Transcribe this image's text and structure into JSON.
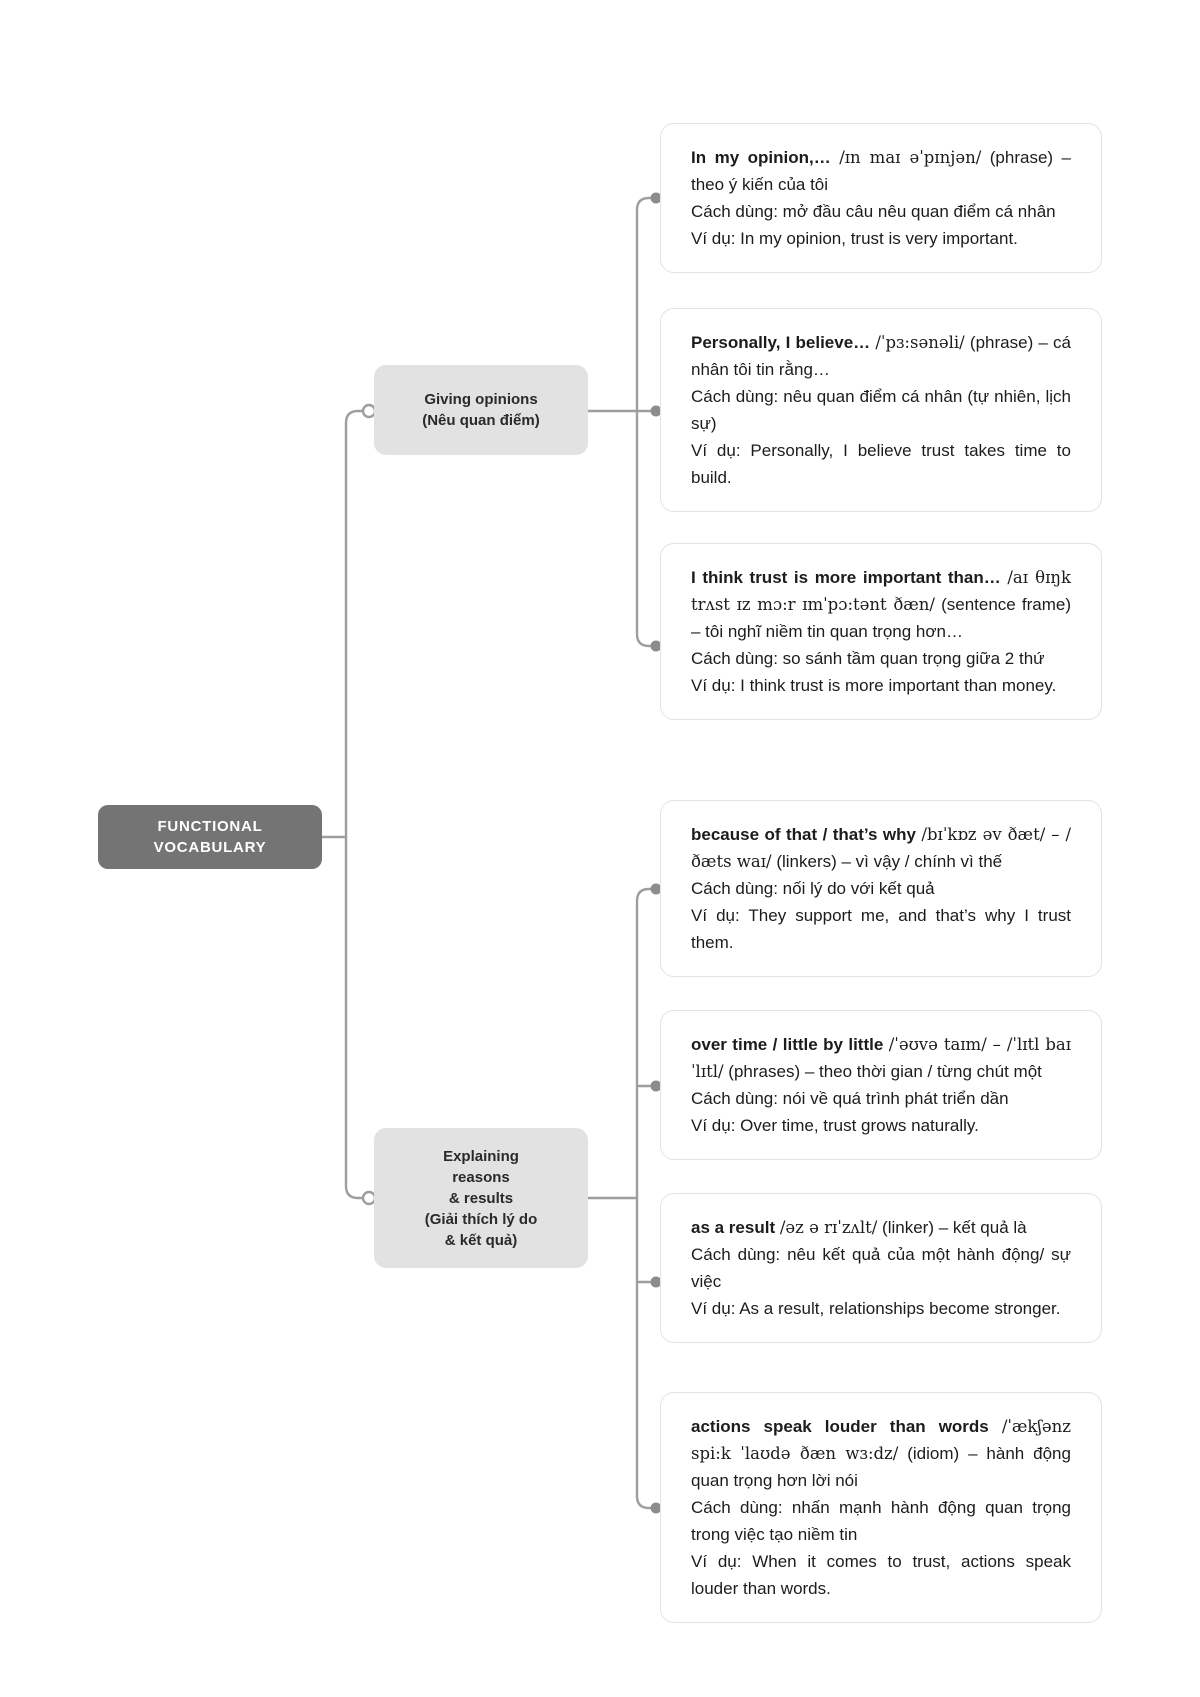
{
  "root": {
    "lines": [
      "FUNCTIONAL",
      "VOCABULARY"
    ]
  },
  "branches": [
    {
      "id": "giving-opinions",
      "lines": [
        "Giving opinions",
        "(Nêu quan điểm)"
      ]
    },
    {
      "id": "explaining-reasons-results",
      "lines": [
        "Explaining",
        "reasons",
        "& results",
        "(Giải thích lý do",
        "& kết quả)"
      ]
    }
  ],
  "cards": [
    {
      "head": "In my opinion,…",
      "ipa": "/ɪn maɪ əˈpɪnjən/",
      "tail": "(phrase) – theo ý kiến của tôi",
      "usage": "Cách dùng: mở đầu câu nêu quan điểm cá nhân",
      "example": "Ví dụ: In my opinion, trust is very important."
    },
    {
      "head": "Personally, I believe…",
      "ipa": "/ˈpɜ:sənəli/",
      "tail": "(phrase) – cá nhân tôi tin rằng…",
      "usage": "Cách dùng: nêu quan điểm cá nhân (tự nhiên, lịch sự)",
      "example": "Ví dụ: Personally, I believe trust takes time to build."
    },
    {
      "head": "I think trust is more important than…",
      "ipa": "/aɪ θɪŋk trʌst ɪz mɔ:r ɪmˈpɔ:tənt ðæn/",
      "tail": "(sentence frame) – tôi nghĩ niềm tin quan trọng hơn…",
      "usage": "Cách dùng: so sánh tầm quan trọng giữa 2 thứ",
      "example": "Ví dụ: I think trust is more important than money."
    },
    {
      "head": "because of that / that’s why",
      "ipa": "/bɪˈkɒz əv ðæt/ – /ðæts waɪ/",
      "tail": "(linkers) – vì vậy / chính vì thế",
      "usage": "Cách dùng: nối lý do với kết quả",
      "example": "Ví dụ: They support me, and that’s why I trust them."
    },
    {
      "head": "over time / little by little",
      "ipa": "/ˈəʊvə taɪm/ – /ˈlɪtl baɪ ˈlɪtl/",
      "tail": "(phrases) – theo thời gian / từng chút một",
      "usage": "Cách dùng: nói về quá trình phát triển dần",
      "example": "Ví dụ: Over time, trust grows naturally."
    },
    {
      "head": "as a result",
      "ipa": "/əz ə rɪˈzʌlt/",
      "tail": "(linker) – kết quả là",
      "usage": "Cách dùng: nêu kết quả của một hành động/ sự việc",
      "example": "Ví dụ: As a result, relationships become stronger."
    },
    {
      "head": "actions speak louder than words",
      "ipa": "/ˈækʃənz spi:k ˈlaʊdə ðæn wɜ:dz/",
      "tail": "(idiom) – hành động quan trọng hơn lời nói",
      "usage": "Cách dùng: nhấn mạnh hành động quan trọng trong việc tạo niềm tin",
      "example": "Ví dụ: When it comes to trust, actions speak louder than words."
    }
  ],
  "colors": {
    "root_bg": "#747474",
    "root_text": "#ffffff",
    "branch_bg": "#e2e2e2",
    "connector": "#9e9e9e",
    "dot": "#8c8c8c",
    "card_border": "#e3e3e3",
    "text": "#1c1c1c"
  }
}
